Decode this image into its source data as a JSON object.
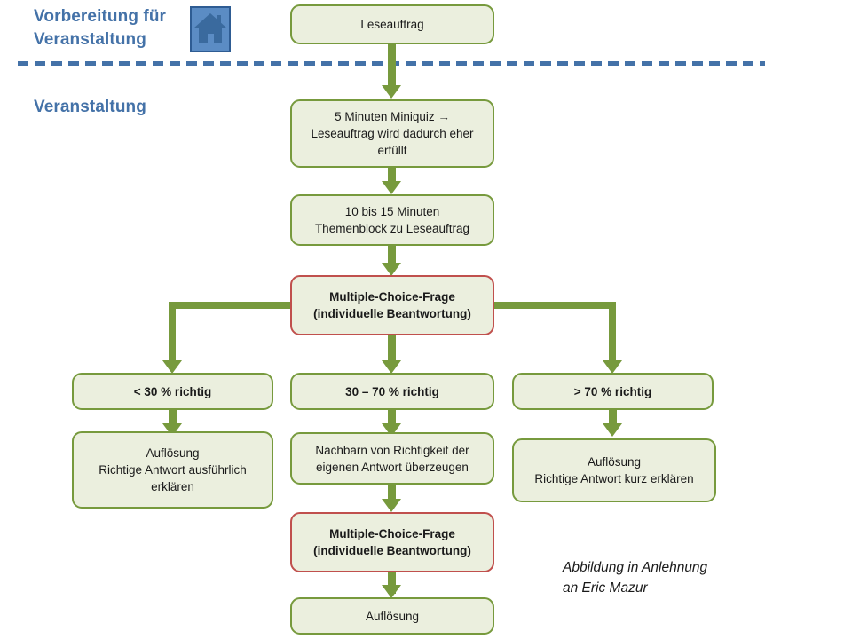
{
  "sections": {
    "prep_heading": "Vorbereitung für\nVeranstaltung",
    "event_heading": "Veranstaltung",
    "house_icon_name": "house-icon"
  },
  "colors": {
    "box_fill": "#EBEFDE",
    "box_border_green": "#779A3D",
    "box_border_red": "#C0504D",
    "heading_blue": "#4472A8",
    "divider_blue": "#4472A8",
    "connector_green": "#779A3D",
    "icon_blue": "#5B8CC4",
    "icon_blue_dark": "#2E5C93"
  },
  "nodes": {
    "leseauftrag": "Leseauftrag",
    "miniquiz": "5 Minuten Miniquiz  →\nLeseauftrag wird dadurch eher\nerfüllt",
    "themenblock": "10 bis 15 Minuten\nThemenblock  zu Leseauftrag",
    "mc_frage_1": "Multiple-Choice-Frage\n(individuelle Beantwortung)",
    "branch_low": "< 30 % richtig",
    "branch_mid": "30 – 70 % richtig",
    "branch_high": "> 70 % richtig",
    "result_low": "Auflösung\nRichtige Antwort  ausführlich\nerklären",
    "result_mid": "Nachbarn von Richtigkeit der\neigenen Antwort  überzeugen",
    "result_high": "Auflösung\nRichtige Antwort  kurz erklären",
    "mc_frage_2": "Multiple-Choice-Frage\n(individuelle Beantwortung)",
    "aufloesung_final": "Auflösung"
  },
  "caption": "Abbildung in Anlehnung\nan Eric Mazur"
}
